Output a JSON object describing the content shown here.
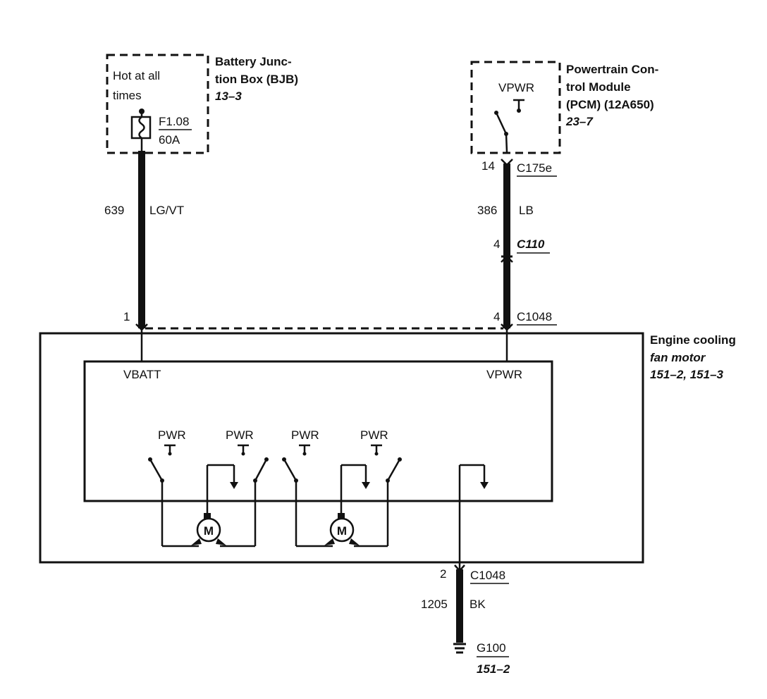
{
  "bjb": {
    "title_line1": "Battery Junc-",
    "title_line2": "tion Box (BJB)",
    "ref": "13–3",
    "hot_line1": "Hot at all",
    "hot_line2": "times",
    "fuse_id": "F1.08",
    "fuse_rating": "60A"
  },
  "pcm": {
    "title_line1": "Powertrain Con-",
    "title_line2": "trol Module",
    "title_line3": "(PCM) (12A650)",
    "ref": "23–7",
    "vpwr_label": "VPWR"
  },
  "left_wire": {
    "circuit": "639",
    "color": "LG/VT",
    "pin": "1"
  },
  "right_wire": {
    "pin_top": "14",
    "connector_top": "C175e",
    "circuit": "386",
    "color": "LB",
    "pin_mid": "4",
    "connector_mid": "C110",
    "pin_bottom": "4",
    "connector_bottom": "C1048"
  },
  "fan_motor": {
    "title_line1": "Engine cooling",
    "title_line2": "fan motor",
    "ref": "151–2, 151–3",
    "vbatt_label": "VBATT",
    "vpwr_label": "VPWR",
    "pwr_labels": [
      "PWR",
      "PWR",
      "PWR",
      "PWR"
    ],
    "motor_labels": [
      "M",
      "M"
    ]
  },
  "ground_wire": {
    "pin": "2",
    "connector": "C1048",
    "circuit": "1205",
    "color": "BK",
    "ground_id": "G100",
    "ground_ref": "151–2"
  }
}
